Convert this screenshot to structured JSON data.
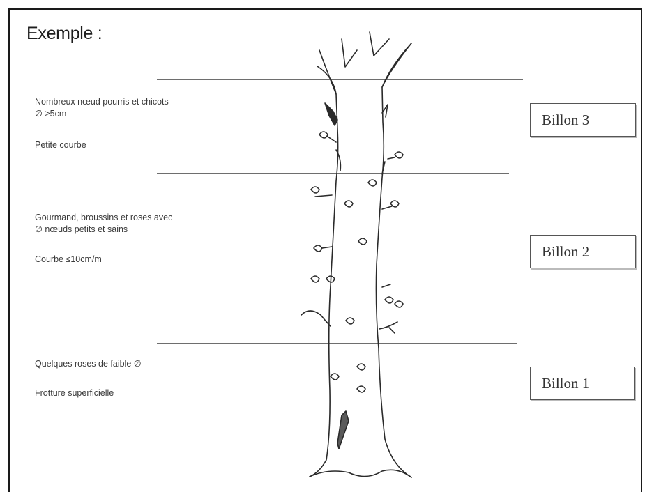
{
  "heading": "Exemple :",
  "sections": [
    {
      "billon": "Billon 3",
      "notes": [
        "Nombreux nœud pourris et chicots",
        "∅ >5cm",
        "Petite courbe"
      ]
    },
    {
      "billon": "Billon 2",
      "notes": [
        "Gourmand, broussins et roses avec",
        "∅ nœuds petits et sains",
        "Courbe ≤10cm/m"
      ]
    },
    {
      "billon": "Billon 1",
      "notes": [
        "Quelques roses de faible ∅",
        "Frotture superficielle"
      ]
    }
  ],
  "colors": {
    "line": "#6e6e6e",
    "ink": "#2a2a2a",
    "frame": "#1a1a1a"
  }
}
